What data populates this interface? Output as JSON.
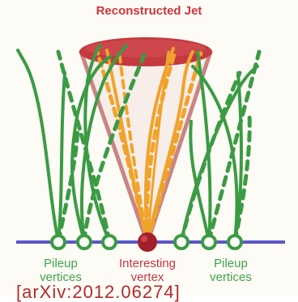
{
  "title": "Reconstructed Jet",
  "labels": {
    "pileup_left": [
      "Pileup",
      "vertices"
    ],
    "interesting": [
      "Interesting",
      "vertex"
    ],
    "pileup_right": [
      "Pileup",
      "vertices"
    ]
  },
  "citation": "[arXiv:2012.06274]",
  "colors": {
    "jet_cone": "#c98585",
    "jet_cap": "#c33a3f",
    "signal_tracks": "#f0a32a",
    "pileup_tracks": "#3b9b44",
    "beamline": "#5b56c8",
    "interesting_vertex": "#a3202a",
    "title_text": "#c9353f",
    "pileup_text": "#3ea34c"
  }
}
